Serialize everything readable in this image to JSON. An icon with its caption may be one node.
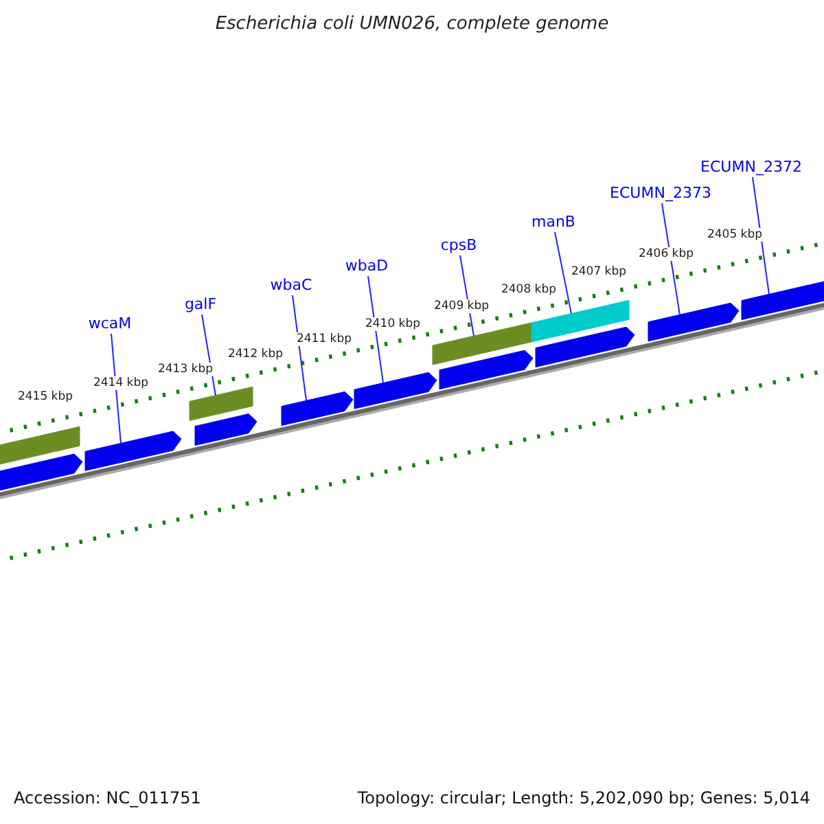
{
  "diagram": {
    "title": "Escherichia coli UMN026, complete genome",
    "nodes": [
      {
        "text": [
          "wcaM"
        ]
      },
      {
        "text": [
          "galF"
        ]
      },
      {
        "text": [
          "wbaC"
        ]
      },
      {
        "text": [
          "wbaD"
        ]
      },
      {
        "text": [
          "cpsB"
        ]
      },
      {
        "text": [
          "manB"
        ]
      },
      {
        "text": [
          "ECUMN_2373"
        ]
      },
      {
        "text": [
          "ECUMN_2372"
        ]
      },
      {
        "text": [],
        "shape": "bar"
      },
      {
        "text": [],
        "shape": "arrow"
      },
      {
        "text": [],
        "shape": "arrow"
      },
      {
        "text": [],
        "shape": "bar"
      },
      {
        "text": [],
        "shape": "arrow"
      },
      {
        "text": [],
        "shape": "arrow"
      },
      {
        "text": [],
        "shape": "arrow"
      },
      {
        "text": [],
        "shape": "bar"
      },
      {
        "text": [],
        "shape": "arrow"
      },
      {
        "text": [],
        "shape": "bar"
      },
      {
        "text": [],
        "shape": "arrow"
      },
      {
        "text": [],
        "shape": "arrow"
      },
      {
        "text": [],
        "shape": "arrow"
      }
    ],
    "edges": [
      {
        "from": 0,
        "to": 10,
        "arrow": "none"
      },
      {
        "from": 1,
        "to": 11,
        "arrow": "none"
      },
      {
        "from": 2,
        "to": 13,
        "arrow": "none"
      },
      {
        "from": 3,
        "to": 14,
        "arrow": "none"
      },
      {
        "from": 4,
        "to": 15,
        "arrow": "none"
      },
      {
        "from": 5,
        "to": 17,
        "arrow": "none"
      },
      {
        "from": 6,
        "to": 19,
        "arrow": "none"
      },
      {
        "from": 7,
        "to": 20,
        "arrow": "none"
      }
    ],
    "labels": [
      "2405 kbp",
      "2406 kbp",
      "2407 kbp",
      "2408 kbp",
      "2409 kbp",
      "2410 kbp",
      "2411 kbp",
      "2412 kbp",
      "2413 kbp",
      "2414 kbp",
      "2415 kbp",
      "Accession: NC_011751",
      "Topology: circular; Length: 5,202,090 bp; Genes: 5,014"
    ]
  }
}
